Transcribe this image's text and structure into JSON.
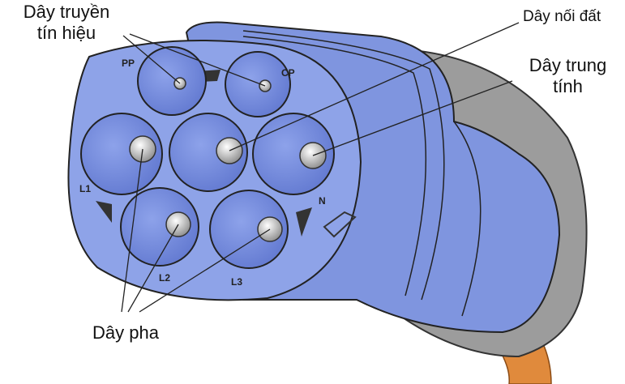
{
  "labels": {
    "signal": [
      "Dây truyền",
      "tín hiệu"
    ],
    "ground": "Dây nối đất",
    "neutral": [
      "Dây trung",
      "tính"
    ],
    "phase": "Dây pha"
  },
  "pins": {
    "pp": "PP",
    "cp": "CP",
    "l1": "L1",
    "l2": "L2",
    "l3": "L3",
    "n": "N"
  },
  "colors": {
    "face": "#8fa4e8",
    "body": "#7f95df",
    "handle": "#9a9a9a",
    "cable": "#e08a3c"
  }
}
